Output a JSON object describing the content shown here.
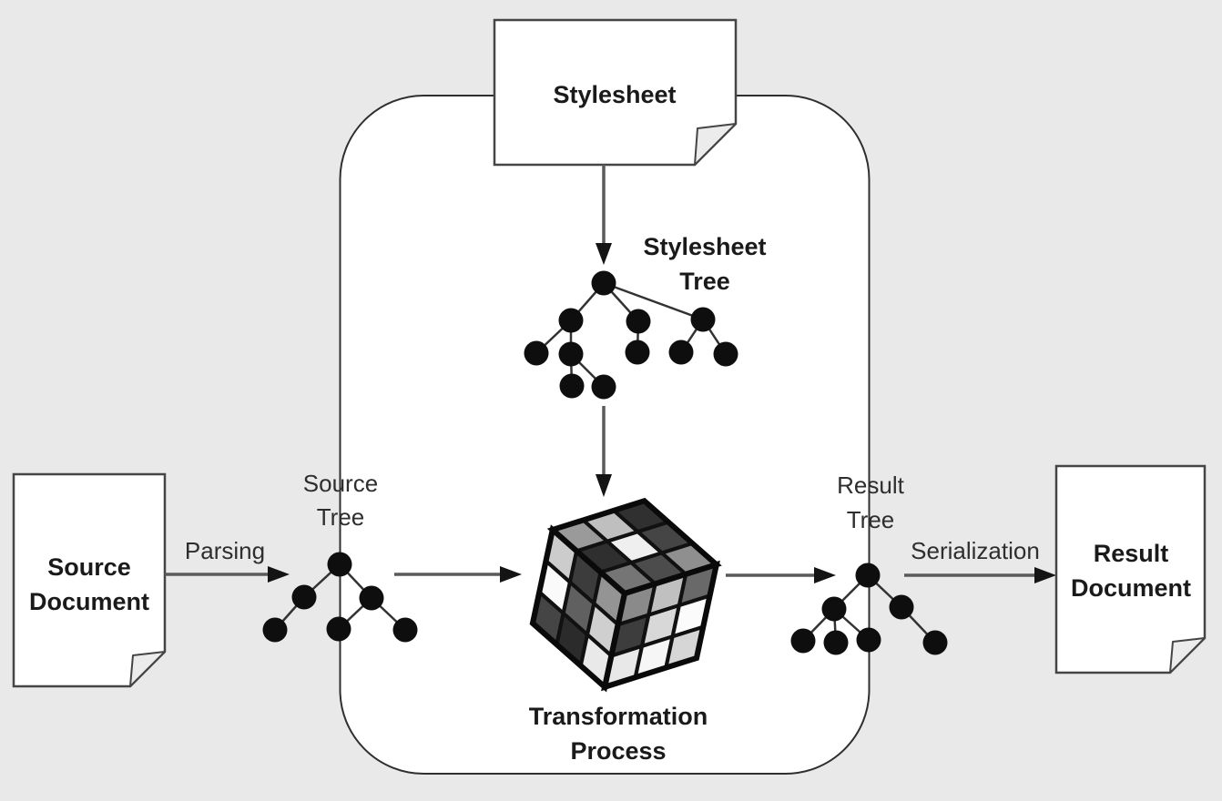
{
  "colors": {
    "background": "#e9e9e9",
    "container_fill": "#ffffff",
    "container_border": "#2f2f2f",
    "arrow": "#5a5a5a",
    "arrowhead": "#141414",
    "tree_node": "#0e0e0e",
    "text": "#1a1a1a"
  },
  "documents": {
    "stylesheet": {
      "label": "Stylesheet"
    },
    "source": {
      "label_line1": "Source",
      "label_line2": "Document"
    },
    "result": {
      "label_line1": "Result",
      "label_line2": "Document"
    }
  },
  "trees": {
    "stylesheet": {
      "label_line1": "Stylesheet",
      "label_line2": "Tree"
    },
    "source": {
      "label_line1": "Source",
      "label_line2": "Tree"
    },
    "result": {
      "label_line1": "Result",
      "label_line2": "Tree"
    }
  },
  "process": {
    "label_line1": "Transformation",
    "label_line2": "Process"
  },
  "arrows": {
    "parsing": {
      "label": "Parsing"
    },
    "serialization": {
      "label": "Serialization"
    }
  }
}
